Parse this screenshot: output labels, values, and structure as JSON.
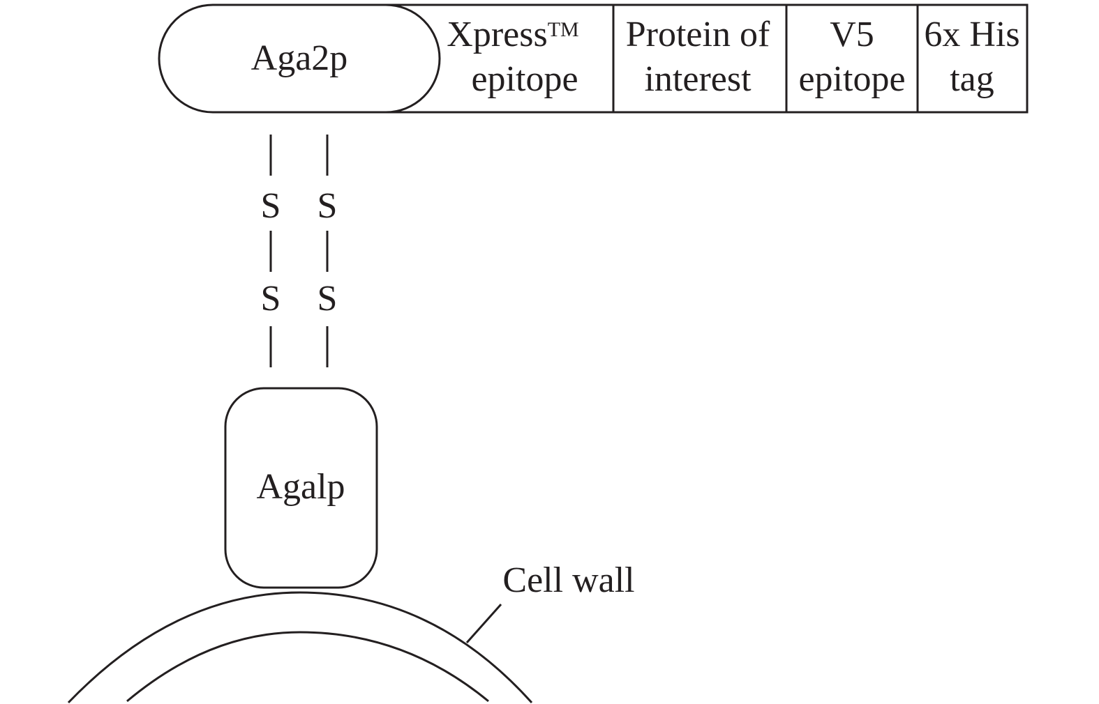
{
  "diagram": {
    "title": "Yeast surface display construct",
    "fusion_segments": [
      {
        "id": "aga2p",
        "lines": [
          "Aga2p"
        ]
      },
      {
        "id": "xpress",
        "lines": [
          "Xpress",
          "epitope"
        ],
        "superscript": "TM"
      },
      {
        "id": "protein",
        "lines": [
          "Protein of",
          "interest"
        ]
      },
      {
        "id": "v5",
        "lines": [
          "V5",
          "epitope"
        ]
      },
      {
        "id": "his",
        "lines": [
          "6x His",
          "tag"
        ]
      }
    ],
    "disulfide": {
      "atom": "S",
      "bonds": 2
    },
    "anchor_label": "Agalp",
    "cell_wall_label": "Cell wall",
    "colors": {
      "ink": "#231f20",
      "background": "#ffffff"
    }
  }
}
